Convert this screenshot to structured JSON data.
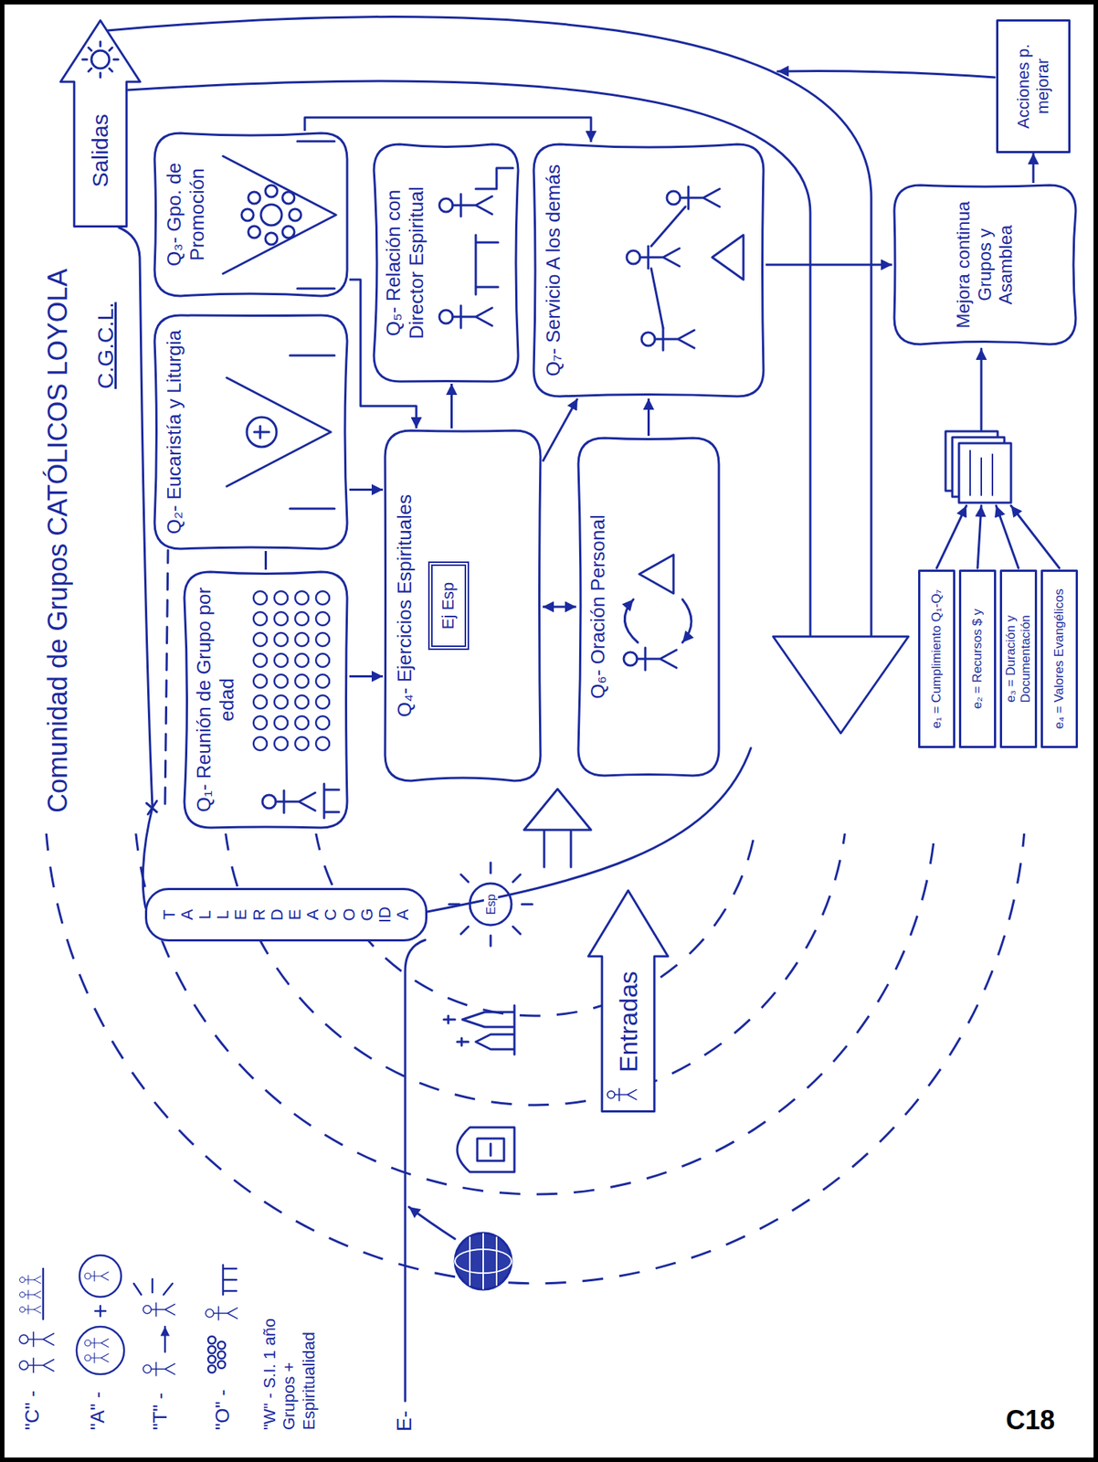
{
  "diagram": {
    "title": "Comunidad de Grupos CATÓLICOS LOYOLA",
    "nodes": [
      {
        "text": [
          "Entradas"
        ]
      },
      {
        "text": [
          "TALLER DE ACOGIDA"
        ]
      },
      {
        "text": [
          "Q₁- Reunión de Grupo por edad"
        ]
      },
      {
        "text": [
          "Q₂- Eucaristía y Liturgia"
        ]
      },
      {
        "text": [
          "Q₃- Gpo. de Promoción"
        ]
      },
      {
        "text": [
          "Q₄- Ejercicios Espirituales",
          "Ej Esp"
        ]
      },
      {
        "text": [
          "Q₅- Relación con Director Espiritual"
        ]
      },
      {
        "text": [
          "Q₆- Oración Personal"
        ]
      },
      {
        "text": [
          "Q₇- Servicio A los demás"
        ]
      },
      {
        "text": [
          "Salidas"
        ]
      },
      {
        "text": [
          "e₁ = Cumplimiento Q₁-Q₇"
        ]
      },
      {
        "text": [
          "e₂ = Recursos $ y"
        ]
      },
      {
        "text": [
          "e₃ = Duración y Documentación"
        ]
      },
      {
        "text": [
          "e₄ = Valores Evangélicos"
        ]
      },
      {
        "text": [
          "Mejora continua Grupos y Asamblea"
        ]
      },
      {
        "text": [
          "Acciones p. mejorar"
        ]
      }
    ],
    "edges": [
      {
        "from": 2,
        "to": 5,
        "arrow": "to"
      },
      {
        "from": 3,
        "to": 5,
        "arrow": "to"
      },
      {
        "from": 4,
        "to": 5,
        "arrow": "to"
      },
      {
        "from": 2,
        "to": 3,
        "arrow": "none"
      },
      {
        "from": 5,
        "to": 6,
        "arrow": "to"
      },
      {
        "from": 5,
        "to": 7,
        "arrow": "both"
      },
      {
        "from": 5,
        "to": 8,
        "arrow": "to"
      },
      {
        "from": 7,
        "to": 8,
        "arrow": "to"
      },
      {
        "from": 4,
        "to": 8,
        "arrow": "to"
      },
      {
        "from": 8,
        "to": 14,
        "arrow": "to"
      },
      {
        "from": 14,
        "to": 15,
        "arrow": "to"
      }
    ],
    "labels": [
      "C.G.C.L.",
      "Esp",
      "E-",
      "C18"
    ],
    "legend": [
      {
        "text": "\"C\" -"
      },
      {
        "text": "\"A\" -"
      },
      {
        "text": "\"T\" -"
      },
      {
        "text": "\"O\" -"
      },
      {
        "text": "\"W\" - S.I. 1 año Grupos + Espiritualidad"
      }
    ]
  }
}
